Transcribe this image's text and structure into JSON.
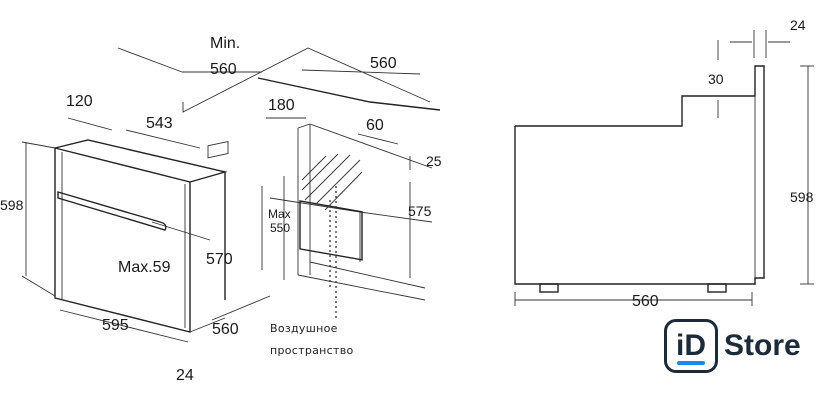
{
  "left_view": {
    "labels": {
      "min": "Min.",
      "niche_width": "560",
      "niche_depth": "560",
      "front_offset": "120",
      "body_width_top": "543",
      "vent_offset": "180",
      "vent_depth": "60",
      "top_gap": "25",
      "height": "598",
      "max_label": "Max",
      "max_value": "550",
      "niche_height": "575",
      "max_front": "Max.59",
      "body_depth": "570",
      "width": "595",
      "depth": "560",
      "panel": "24",
      "air_space_line1": "Воздушное",
      "air_space_line2": "пространство"
    }
  },
  "right_view": {
    "labels": {
      "panel": "24",
      "step": "30",
      "height": "598",
      "depth": "560"
    }
  },
  "brand": {
    "box_text": "iD",
    "name": "Store"
  }
}
